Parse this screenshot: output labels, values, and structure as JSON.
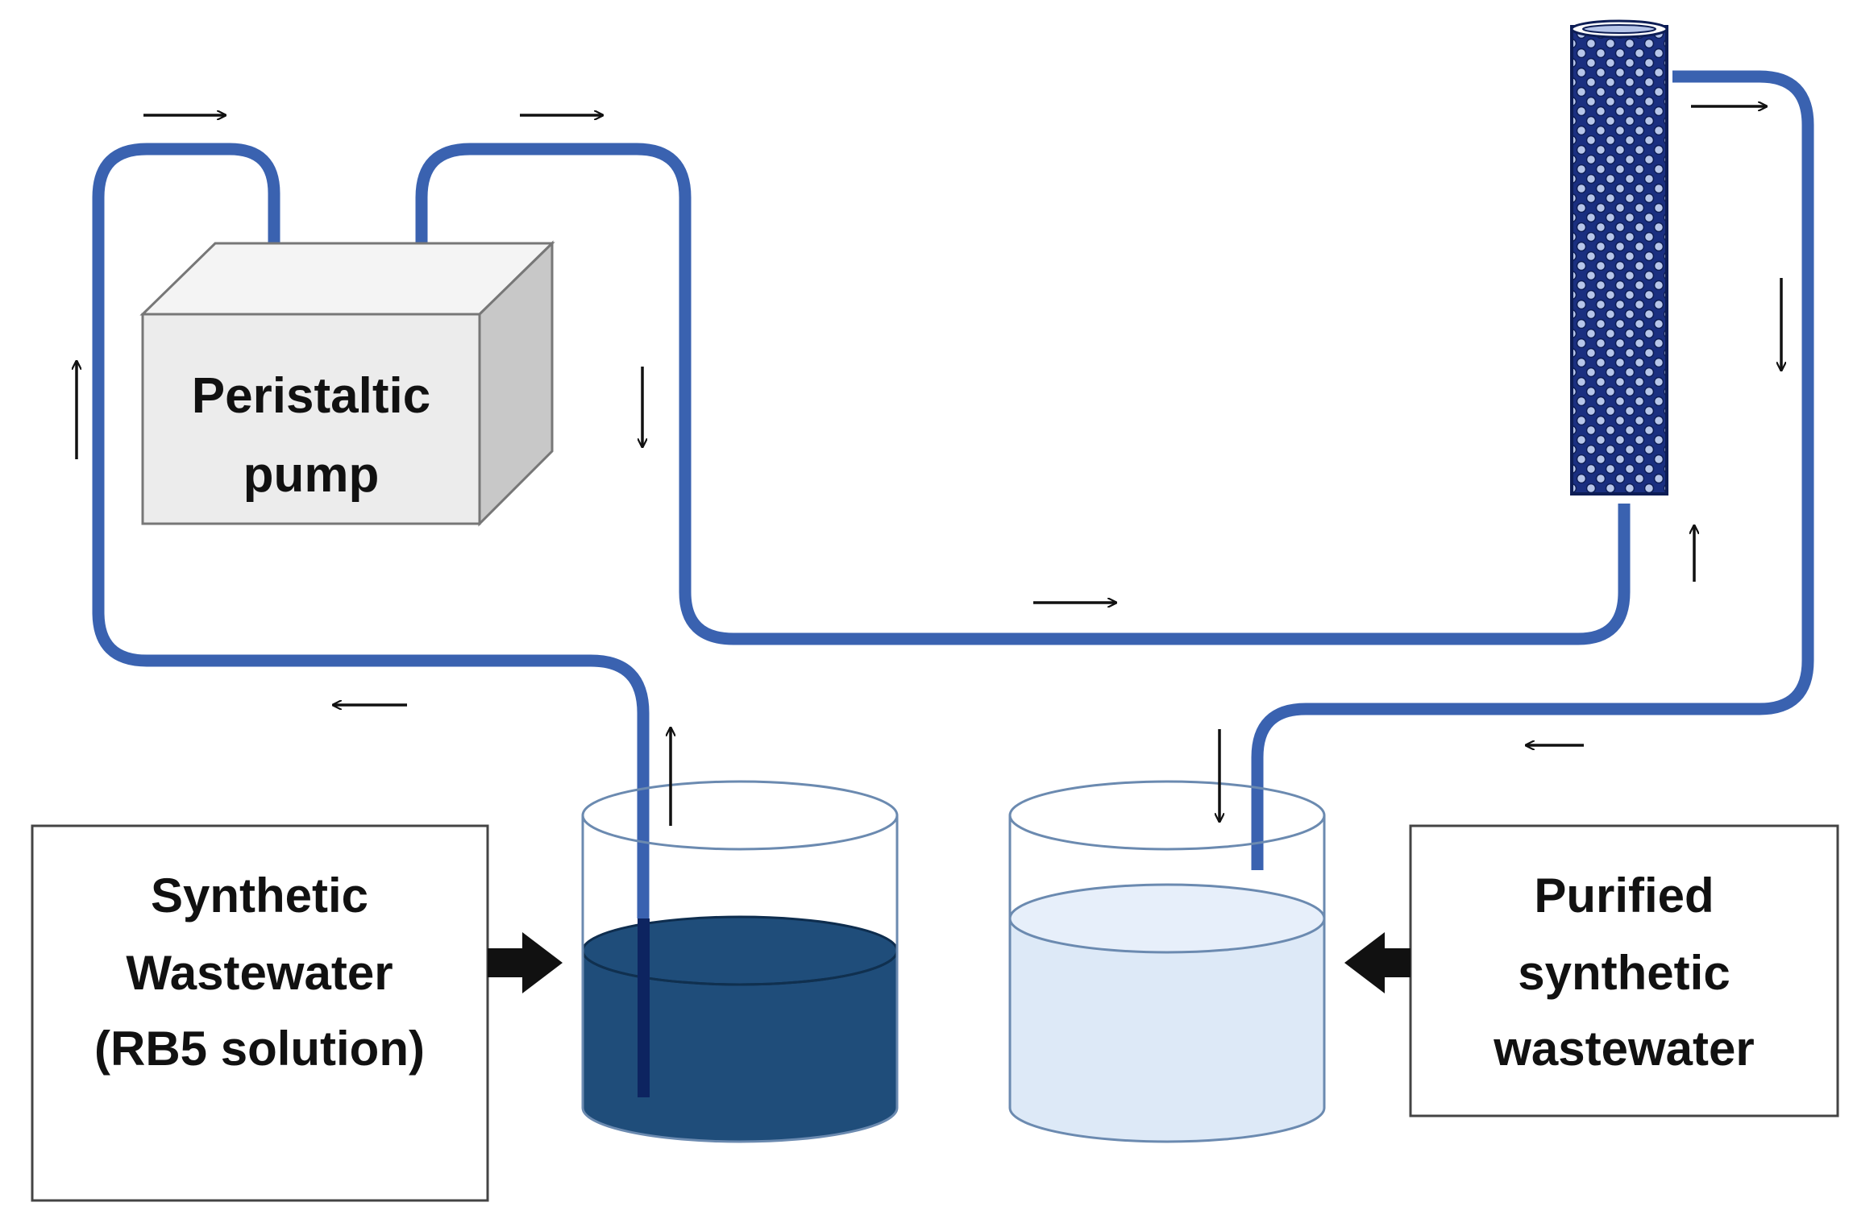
{
  "pump": {
    "line1": "Peristaltic",
    "line2": "pump"
  },
  "source_box": {
    "line1": "Synthetic",
    "line2": "Wastewater",
    "line3": "(RB5 solution)"
  },
  "product_box": {
    "line1": "Purified",
    "line2": "synthetic",
    "line3": "wastewater"
  },
  "colors": {
    "tubing": "#3a62b0",
    "tubing_dark": "#0d2460",
    "column_fill": "#1a2f80",
    "column_beads": "#b7c6ea",
    "source_liquid": "#1f4d7a",
    "product_liquid": "#dde9f7",
    "beaker_outline": "#6b8ab0",
    "pump_face": "#ececec",
    "pump_side": "#c8c8c8",
    "arrow": "#111111"
  },
  "icons": {
    "pump": "peristaltic-pump-icon",
    "column": "packed-column-icon",
    "source": "source-beaker-icon",
    "product": "product-beaker-icon",
    "flow_arrow": "flow-arrow-icon",
    "feed_arrow": "block-arrow-icon"
  }
}
